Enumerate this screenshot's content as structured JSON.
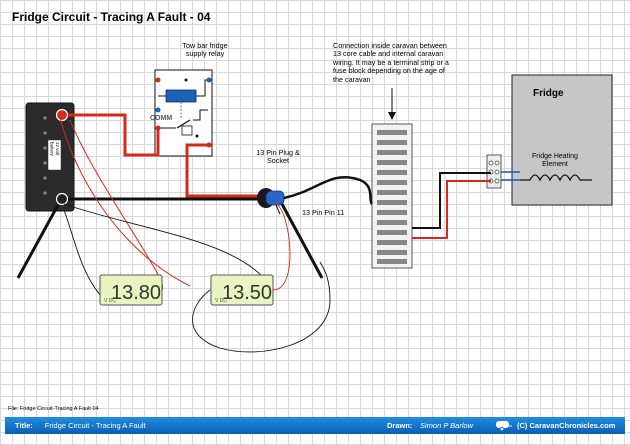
{
  "diagram": {
    "title": "Fridge Circuit - Tracing A Fault - 04",
    "relay_label": [
      "Tow bar fridge",
      "supply relay"
    ],
    "relay_comm": "COMM",
    "battery_label": [
      "12 volt",
      "battery"
    ],
    "connection_note": [
      "Connection inside caravan between",
      "13 core cable and internal caravan",
      "wiring. It may be a terminal strip or a",
      "fuse block depending on the age of",
      "the caravan"
    ],
    "plug_label": [
      "13 Pin Plug &",
      "Socket"
    ],
    "pin_label": "13 Pin Pin 11",
    "fridge_label": "Fridge",
    "heater_label": [
      "Fridge Heating",
      "Element"
    ],
    "meter1": {
      "reading": "13.80",
      "unit": "V  DC"
    },
    "meter2": {
      "reading": "13.50",
      "unit": "V  DC"
    }
  },
  "footer": {
    "file": "File: Fridge Circuit-Tracing A Fault 04",
    "title_label": "Title:",
    "title_value": "Fridge Circuit - Tracing A Fault",
    "drawn_label": "Drawn:",
    "drawn_value": "Simon P Barlow",
    "brand": "(C) CaravanChronicles.com"
  },
  "colors": {
    "live": "#d6291c",
    "earth": "#111111",
    "meter": "#e8f5c0",
    "titlebar": "#0a6fd0"
  }
}
